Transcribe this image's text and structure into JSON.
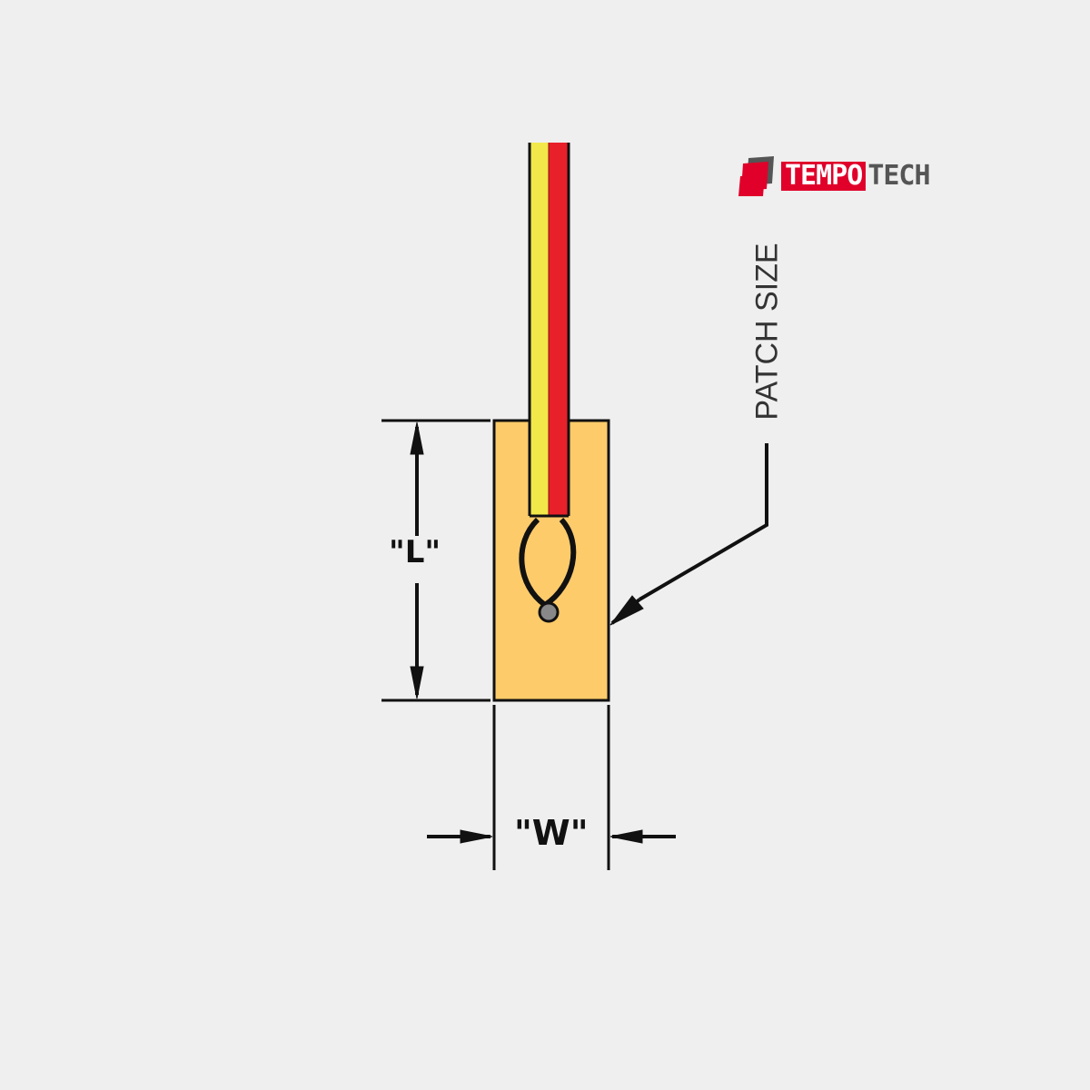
{
  "brand": {
    "name_part1": "TEMPO",
    "name_part2": "TECH",
    "colors": {
      "red": "#e0002a",
      "gray": "#555555"
    }
  },
  "diagram": {
    "type": "patch thermocouple dimension drawing",
    "labels": {
      "length": "\"L\"",
      "width": "\"W\"",
      "callout": "PATCH SIZE"
    },
    "colors": {
      "background": "#efefef",
      "patch_fill": "#fecb6a",
      "wire_yellow": "#f2e84a",
      "wire_red": "#e8202a",
      "outline": "#111111",
      "junction": "#888888"
    }
  }
}
